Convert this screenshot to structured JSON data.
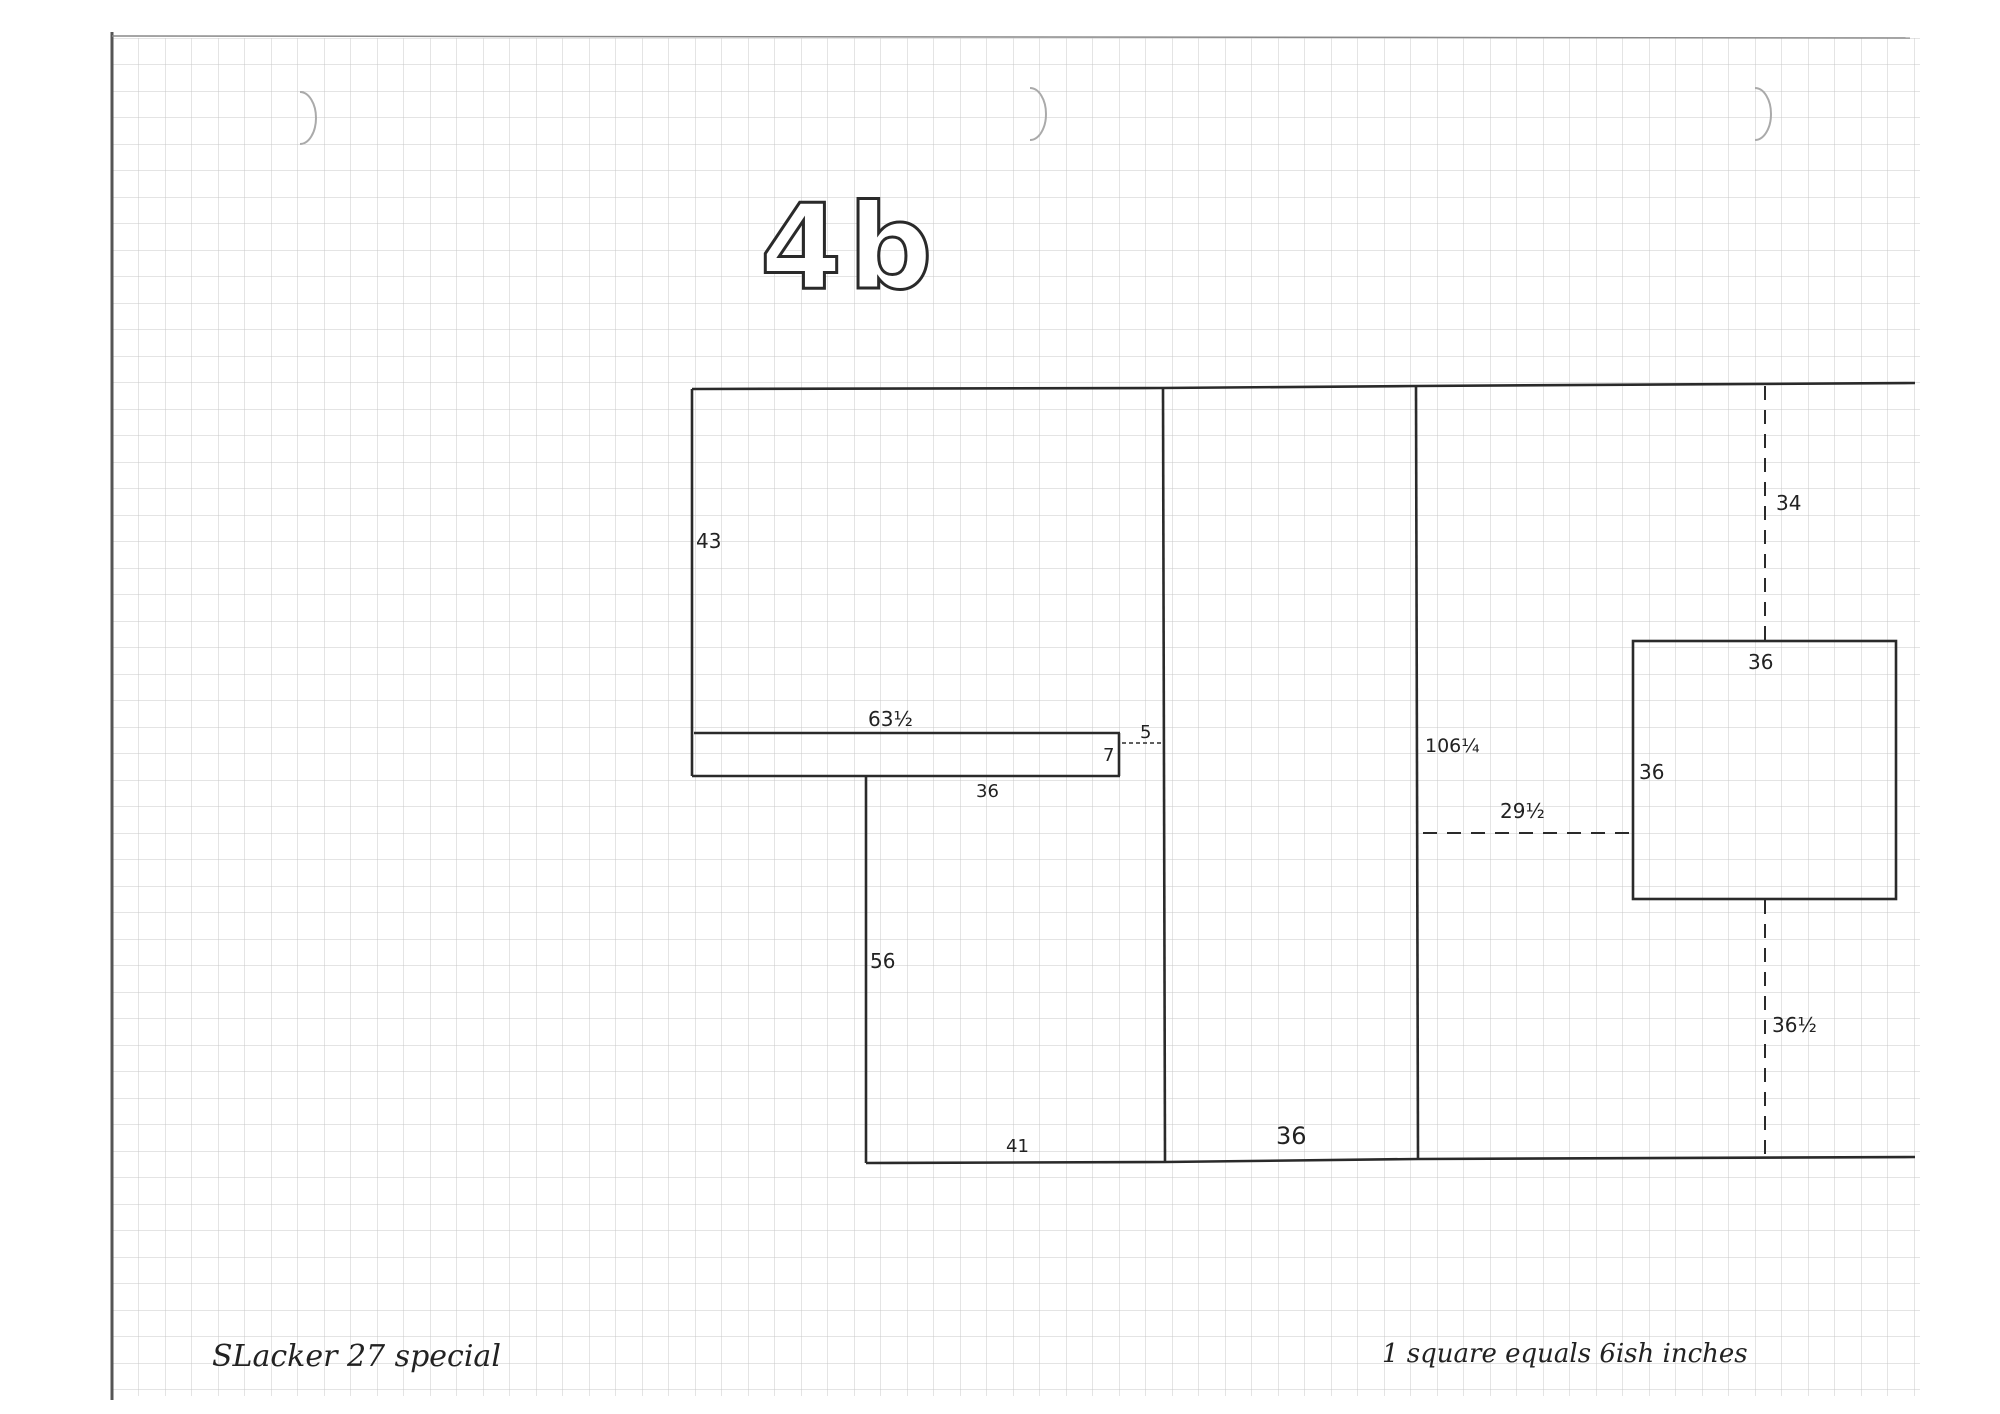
{
  "sheet": {
    "title": "4b",
    "paper_color": "#ffffff",
    "grid_color": "#c9c9c9",
    "ink_color": "#2a2a2a"
  },
  "measurements": {
    "left_room_height": "43",
    "counter_length": "63½",
    "counter_depth": "7",
    "counter_gap": "5",
    "counter_bottom": "36",
    "lower_wall_height": "56",
    "bottom_left": "41",
    "bottom_middle": "36",
    "middle_span": "106¼",
    "offset_to_box": "29½",
    "box_top": "36",
    "box_side": "36",
    "right_top_dashed": "34",
    "right_bottom_dashed": "36½"
  },
  "footer": {
    "left_note": "SLacker 27 special",
    "right_note": "1 square equals 6ish inches"
  }
}
